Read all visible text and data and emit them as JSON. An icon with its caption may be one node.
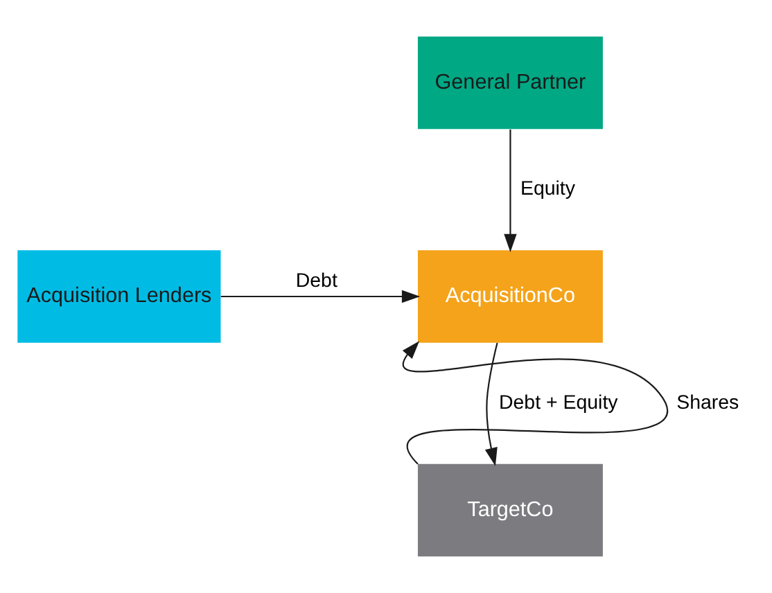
{
  "diagram": {
    "nodes": [
      {
        "text": [
          "General Partner"
        ]
      },
      {
        "text": [
          "Acquisition Lenders"
        ]
      },
      {
        "text": [
          "AcquisitionCo"
        ]
      },
      {
        "text": [
          "TargetCo"
        ]
      }
    ],
    "edges": [
      {
        "from": 0,
        "to": 2,
        "arrow": "to",
        "label": "Equity"
      },
      {
        "from": 1,
        "to": 2,
        "arrow": "to",
        "label": "Debt"
      },
      {
        "from": 3,
        "to": 2,
        "arrow": "to",
        "label": "Shares"
      },
      {
        "from": 2,
        "to": 3,
        "arrow": "to",
        "label": "Debt + Equity"
      }
    ]
  }
}
